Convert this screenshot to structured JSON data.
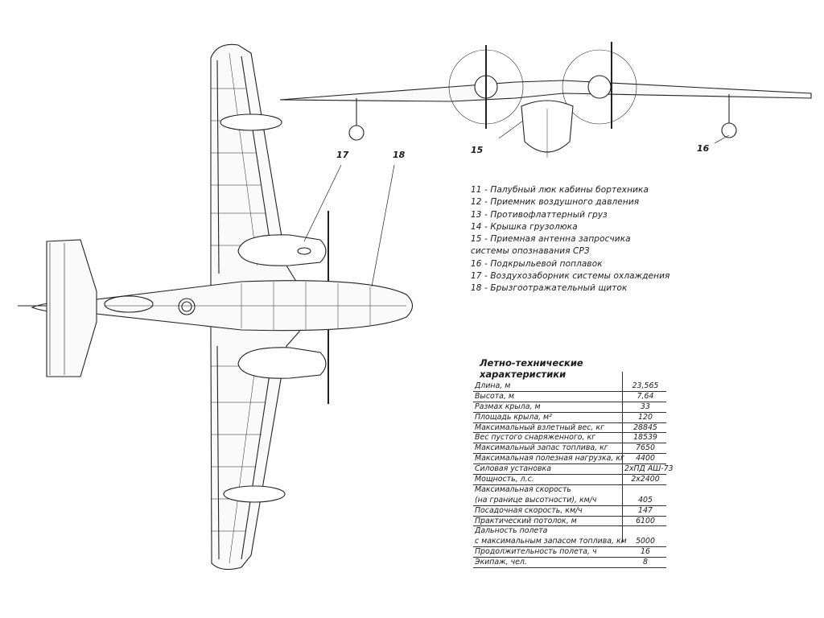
{
  "callouts": {
    "c15": "15",
    "c16": "16",
    "c17": "17",
    "c18": "18"
  },
  "legend": [
    "11 - Палубный люк кабины бортехника",
    "12 - Приемник воздушного давления",
    "13 - Противофлаттерный груз",
    "14 - Крышка грузолюка",
    "15 - Приемная антенна запросчика",
    "системы опознавания СРЗ",
    "16 - Подкрыльевой поплавок",
    "17 - Воздухозаборник системы охлаждения",
    "18 - Брызгоотражательный щиток"
  ],
  "specs": {
    "title": "Летно-технические характеристики",
    "rows": [
      {
        "label": "Длина, м",
        "value": "23,565"
      },
      {
        "label": "Высота, м",
        "value": "7,64"
      },
      {
        "label": "Размах крыла, м",
        "value": "33"
      },
      {
        "label": "Площадь крыла, м²",
        "value": "120"
      },
      {
        "label": "Максимальный взлетный вес, кг",
        "value": "28845"
      },
      {
        "label": "Вес пустого снаряженного, кг",
        "value": "18539"
      },
      {
        "label": "Максимальный запас топлива, кг",
        "value": "7650"
      },
      {
        "label": "Максимальная полезная нагрузка, кг",
        "value": "4400"
      },
      {
        "label": "Силовая установка",
        "value": "2хПД АШ-73"
      },
      {
        "label": "Мощность, л.с.",
        "value": "2х2400"
      },
      {
        "label": "Максимальная скорость",
        "value": ""
      },
      {
        "label": "(на границе высотности), км/ч",
        "value": "405"
      },
      {
        "label": "Посадочная скорость, км/ч",
        "value": "147"
      },
      {
        "label": "Практический потолок, м",
        "value": "6100"
      },
      {
        "label": "Дальность полета",
        "value": ""
      },
      {
        "label": "с максимальным запасом топлива, км",
        "value": "5000"
      },
      {
        "label": "Продолжительность полета, ч",
        "value": "16"
      },
      {
        "label": "Экипаж, чел.",
        "value": "8"
      }
    ]
  }
}
